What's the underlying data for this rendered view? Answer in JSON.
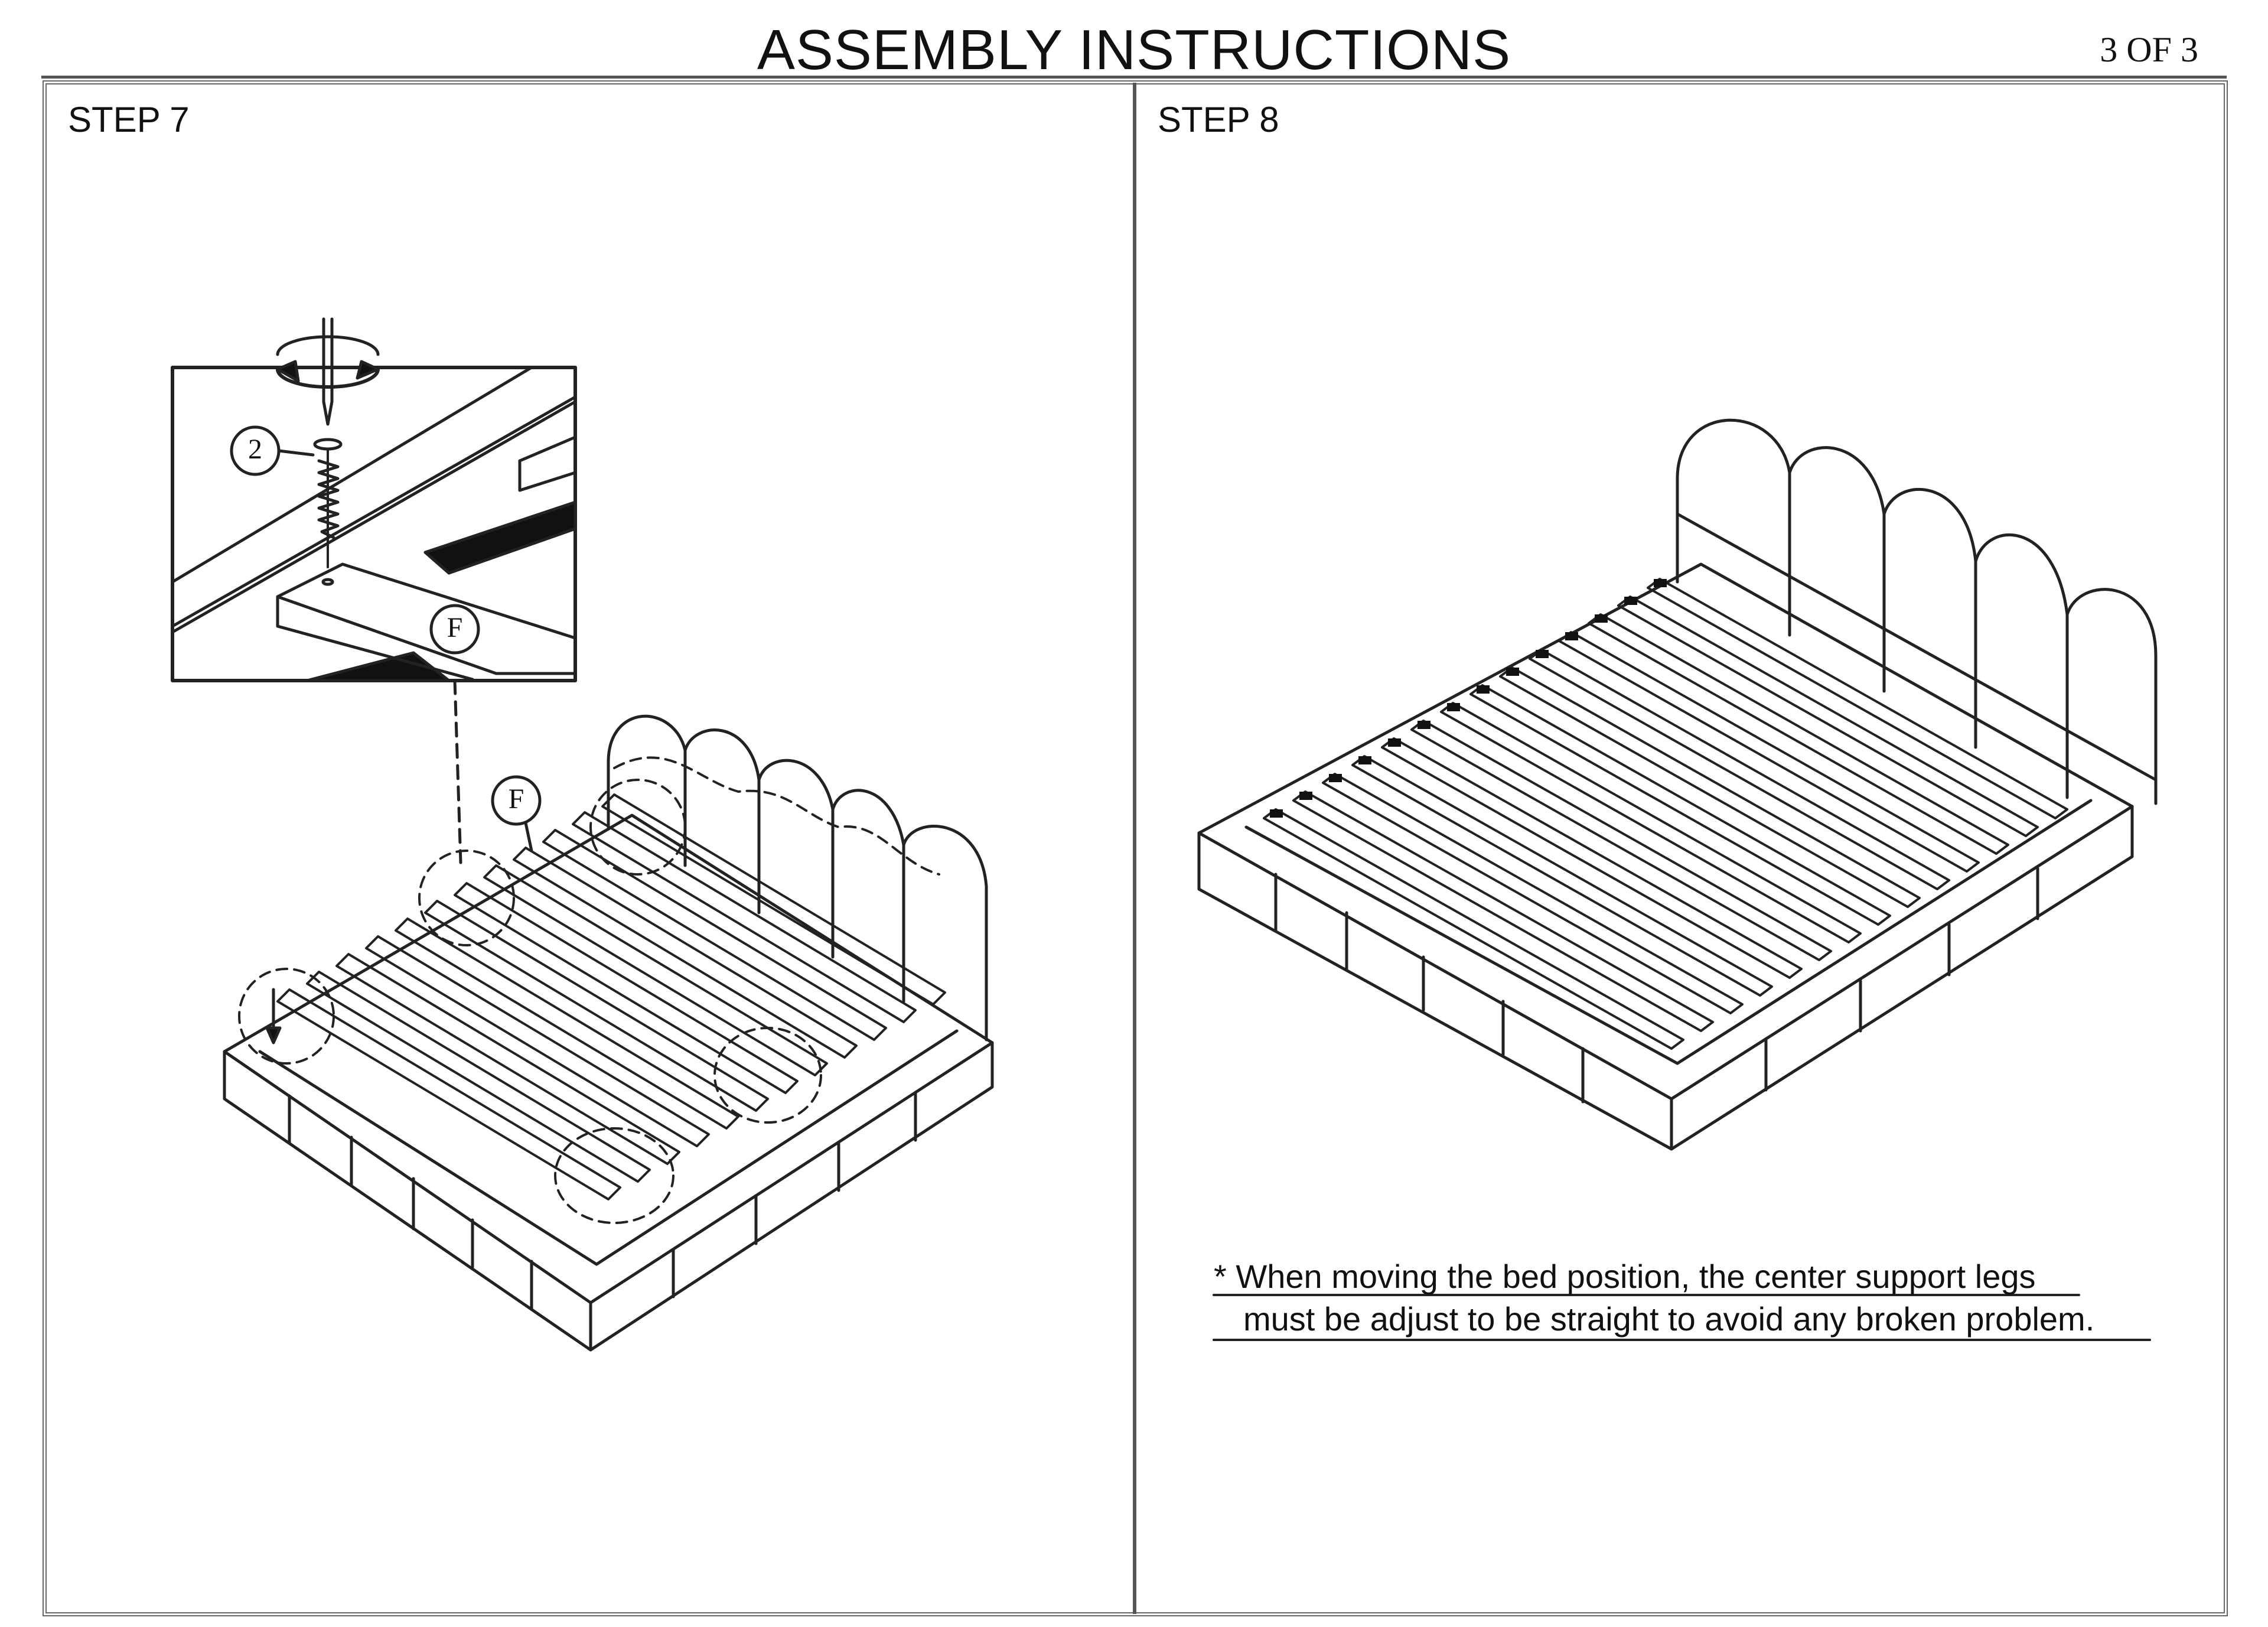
{
  "header": {
    "title": "ASSEMBLY INSTRUCTIONS",
    "page": "3 OF 3"
  },
  "step7": {
    "label": "STEP 7",
    "callout_screw": "2",
    "callout_slat": "F",
    "callout_slat_main": "F"
  },
  "step8": {
    "label": "STEP 8",
    "note_line1": "* When moving the bed position, the center support legs",
    "note_line2": "must be adjust to be straight to avoid any broken problem."
  }
}
